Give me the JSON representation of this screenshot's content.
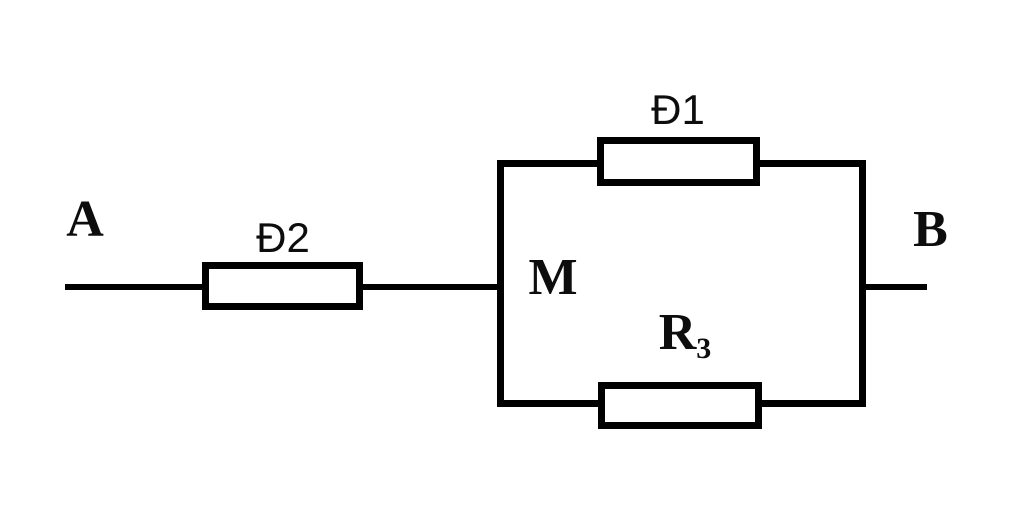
{
  "diagram": {
    "title": "series-parallel lamp circuit",
    "colors": {
      "line": "#000000",
      "background": "#ffffff",
      "text": "#0d0d0d"
    },
    "labels": {
      "terminal_a": "A",
      "terminal_b": "B",
      "node_m": "M",
      "lamp_top": "Đ1",
      "lamp_series": "Đ2",
      "resistor_base": "R",
      "resistor_sub": "3"
    }
  }
}
